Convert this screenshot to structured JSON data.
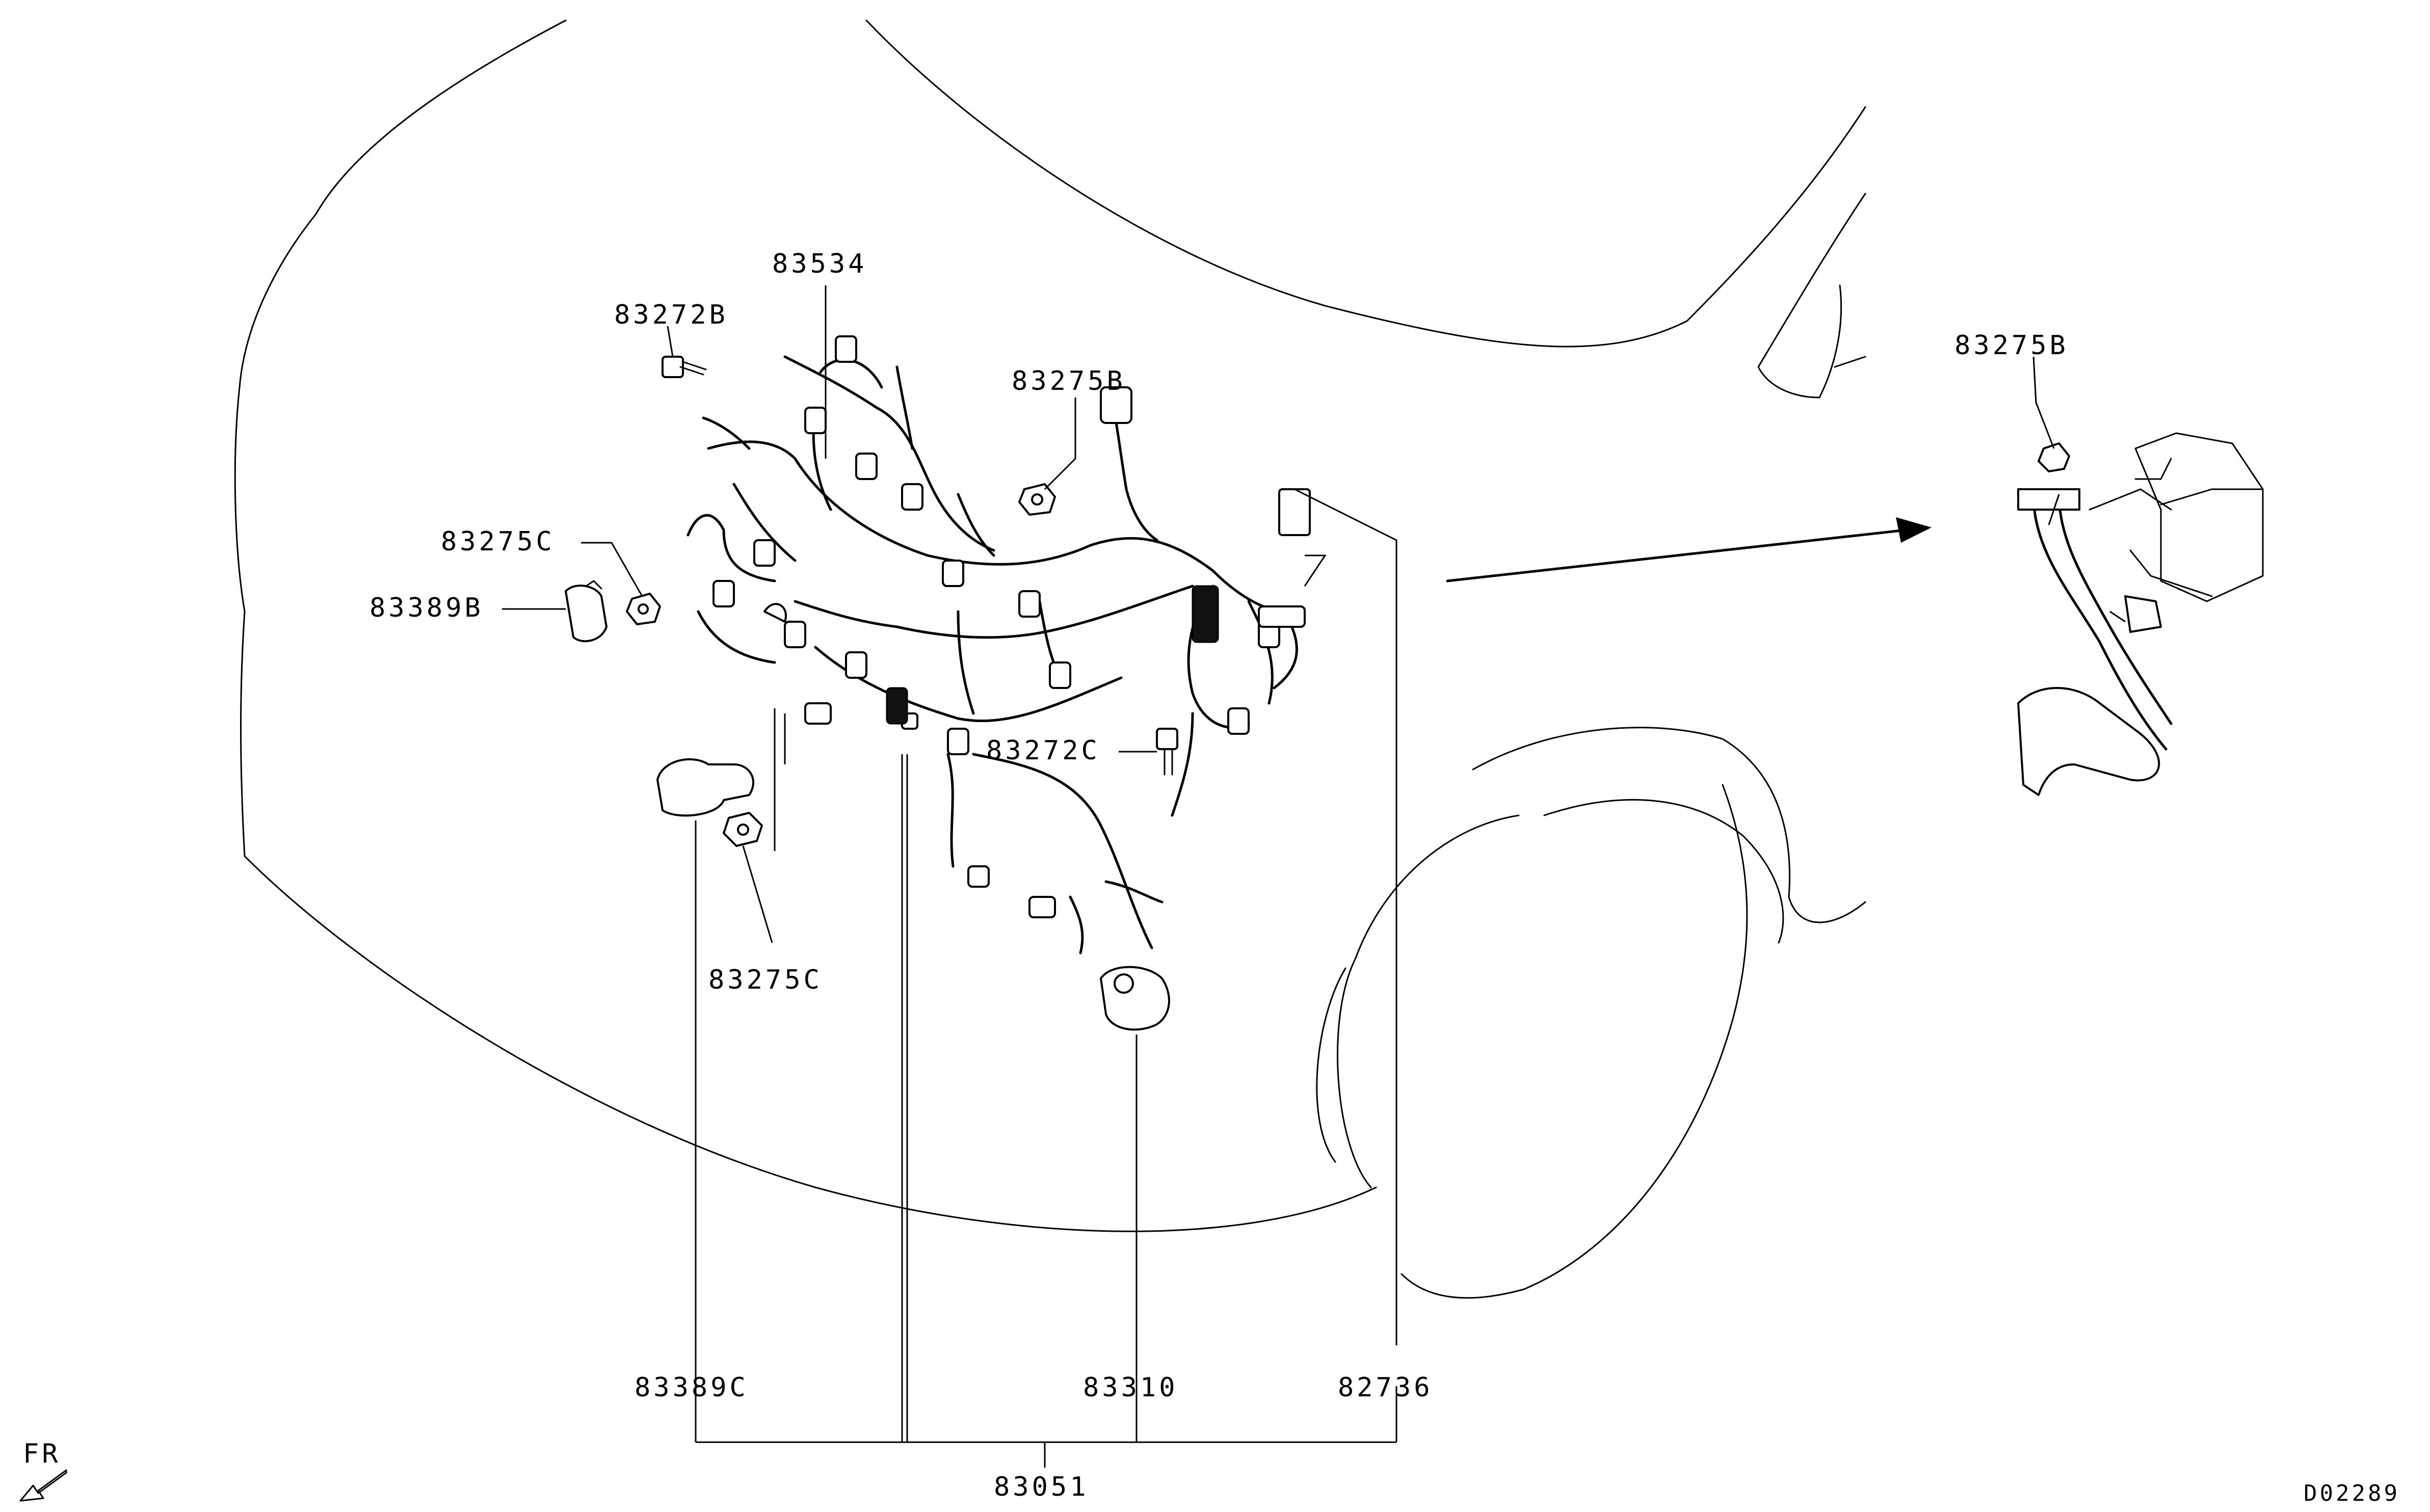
{
  "diagram": {
    "code": "D02289",
    "direction_label": "FR",
    "part_labels": {
      "p83534": "83534",
      "p83272b": "83272B",
      "p83275b_main": "83275B",
      "p83275c_upper": "83275C",
      "p83389b": "83389B",
      "p83272c": "83272C",
      "p83275c_lower": "83275C",
      "p83275b_detail": "83275B",
      "p83389c": "83389C",
      "p83310": "83310",
      "p82736": "82736",
      "p83051": "83051"
    }
  }
}
